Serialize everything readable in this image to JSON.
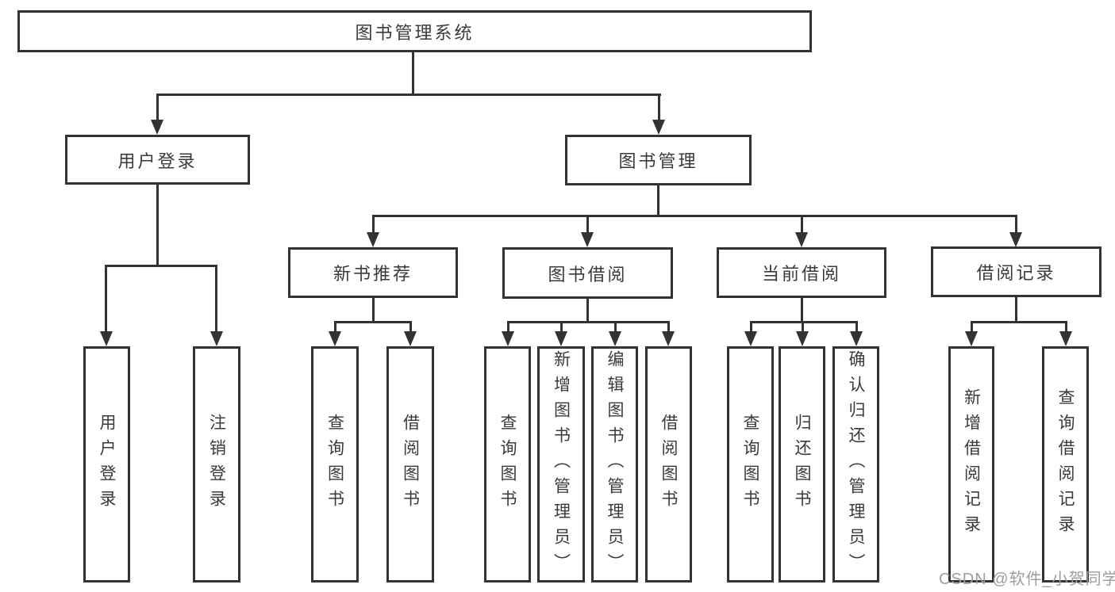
{
  "diagram": {
    "type": "hierarchy",
    "root": {
      "label": "图书管理系统"
    },
    "level2": {
      "user_login": {
        "label": "用户登录"
      },
      "book_management": {
        "label": "图书管理"
      }
    },
    "level3": {
      "new_book_recommend": {
        "label": "新书推荐"
      },
      "book_borrow": {
        "label": "图书借阅"
      },
      "current_borrow": {
        "label": "当前借阅"
      },
      "borrow_records": {
        "label": "借阅记录"
      }
    },
    "level4": {
      "user_login_children": [
        {
          "label": "用户登录"
        },
        {
          "label": "注销登录"
        }
      ],
      "new_book_recommend_children": [
        {
          "label": "查询图书"
        },
        {
          "label": "借阅图书"
        }
      ],
      "book_borrow_children": [
        {
          "label": "查询图书"
        },
        {
          "label": "新增图书（管理员）"
        },
        {
          "label": "编辑图书（管理员）"
        },
        {
          "label": "借阅图书"
        }
      ],
      "current_borrow_children": [
        {
          "label": "查询图书"
        },
        {
          "label": "归还图书"
        },
        {
          "label": "确认归还（管理员）"
        }
      ],
      "borrow_records_children": [
        {
          "label": "新增借阅记录"
        },
        {
          "label": "查询借阅记录"
        }
      ]
    }
  },
  "watermark": {
    "text": "CSDN @软件_小贺同学"
  },
  "colors": {
    "line": "#333333",
    "text": "#3a3a3a",
    "node_background": "#ffffff",
    "page_background": "#ffffff",
    "watermark": "#9d9d9d"
  }
}
